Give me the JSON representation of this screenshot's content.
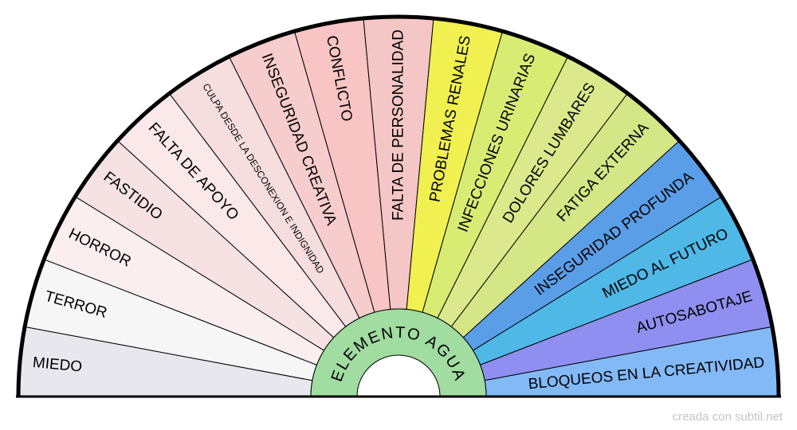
{
  "center_label": "ELEMENTO AGUA",
  "credit": "creada con subtil.net",
  "colors": {
    "center_ring": "#a1dca1",
    "outline": "#000000"
  },
  "segments": [
    {
      "label": "MIEDO",
      "color": "#e9e7ee"
    },
    {
      "label": "TERROR",
      "color": "#f6f6f6"
    },
    {
      "label": "HORROR",
      "color": "#fbeeee"
    },
    {
      "label": "FASTIDIO",
      "color": "#f6e2e2"
    },
    {
      "label": "FALTA DE APOYO",
      "color": "#fbe8e8"
    },
    {
      "label": "CULPA DESDE LA DESCONEXION E INDIGNIDAD",
      "color": "#f6dede",
      "small": true
    },
    {
      "label": "INSEGURIDAD CREATIVA",
      "color": "#f7cccc"
    },
    {
      "label": "CONFLICTO",
      "color": "#f8c4c4"
    },
    {
      "label": "FALTA DE PERSONALIDAD",
      "color": "#f5c6c6"
    },
    {
      "label": "PROBLEMAS RENALES",
      "color": "#f0f050"
    },
    {
      "label": "INFECCIONES URINARIAS",
      "color": "#d8ec74"
    },
    {
      "label": "DOLORES LUMBARES",
      "color": "#dbe98c"
    },
    {
      "label": "FATIGA EXTERNA",
      "color": "#d5e687"
    },
    {
      "label": "INSEGURIDAD PROFUNDA",
      "color": "#5b9ee8"
    },
    {
      "label": "MIEDO AL FUTURO",
      "color": "#4fb8e6"
    },
    {
      "label": "AUTOSABOTAJE",
      "color": "#8e8ff0"
    },
    {
      "label": "BLOQUEOS EN LA CREATIVIDAD",
      "color": "#83b9f7"
    }
  ]
}
